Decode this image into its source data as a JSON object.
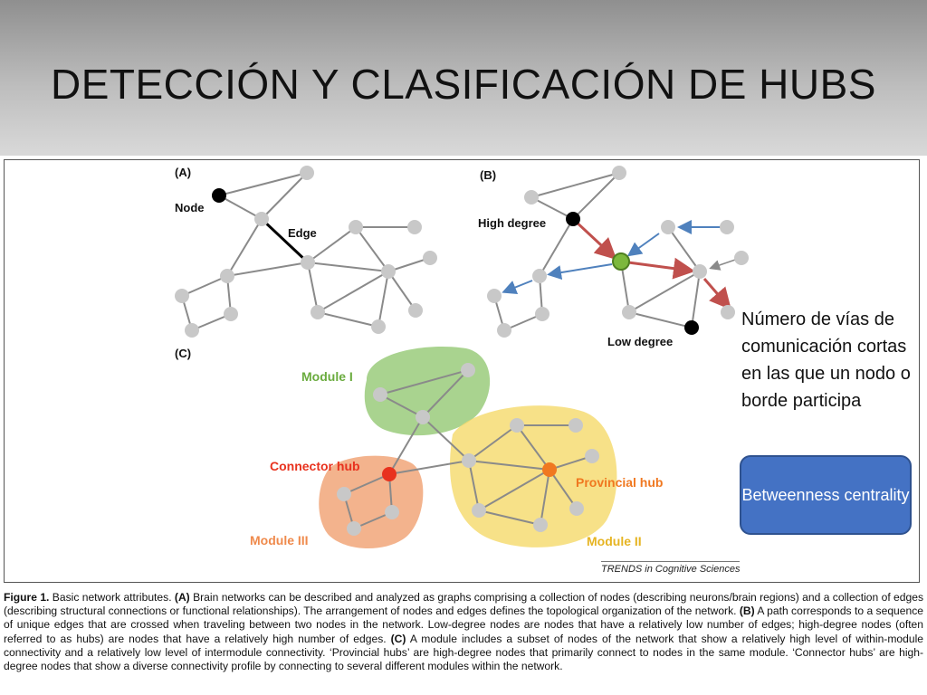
{
  "slide": {
    "title": "DETECCIÓN Y CLASIFICACIÓN DE HUBS",
    "side_text": "Número de vías de comunicación cortas en las que un nodo o borde participa",
    "button_label": "Betweenness centrality"
  },
  "figure": {
    "panel_a": "(A)",
    "panel_b": "(B)",
    "panel_c": "(C)",
    "node_label": "Node",
    "edge_label": "Edge",
    "high_degree_label": "High degree",
    "low_degree_label": "Low degree",
    "module_1": "Module I",
    "module_2": "Module II",
    "module_3": "Module III",
    "connector_hub": "Connector hub",
    "provincial_hub": "Provincial hub",
    "credit": "TRENDS in Cognitive Sciences"
  },
  "caption": {
    "figure_label": "Figure 1.",
    "intro": " Basic network attributes. ",
    "a_label": "(A)",
    "a_text": " Brain networks can be described and analyzed as graphs comprising a collection of nodes (describing neurons/brain regions) and a collection of edges (describing structural connections or functional relationships). The arrangement of nodes and edges defines the topological organization of the network. ",
    "b_label": "(B)",
    "b_text": " A path corresponds to a sequence of unique edges that are crossed when traveling between two nodes in the network. Low-degree nodes are nodes that have a relatively low number of edges; high-degree nodes (often referred to as hubs) are nodes that have a relatively high number of edges. ",
    "c_label": "(C)",
    "c_text": " A module includes a subset of nodes of the network that show a relatively high level of within-module connectivity and a relatively low level of intermodule connectivity. ‘Provincial hubs’ are high-degree nodes that primarily connect to nodes in the same module. ‘Connector hubs’ are high-degree nodes that show a diverse connectivity profile by connecting to several different modules within the network."
  },
  "colors": {
    "node": "#c8c8c8",
    "edge": "#8a8a8a",
    "path_red": "#c0504d",
    "path_blue": "#4f81bd",
    "module_green": "#8cc46a",
    "module_yellow": "#f5d96a",
    "module_orange": "#f0a070",
    "connector_hub": "#e8321e",
    "provincial_hub": "#f07820",
    "green_node": "#7cb83c",
    "button": "#4472c4"
  }
}
